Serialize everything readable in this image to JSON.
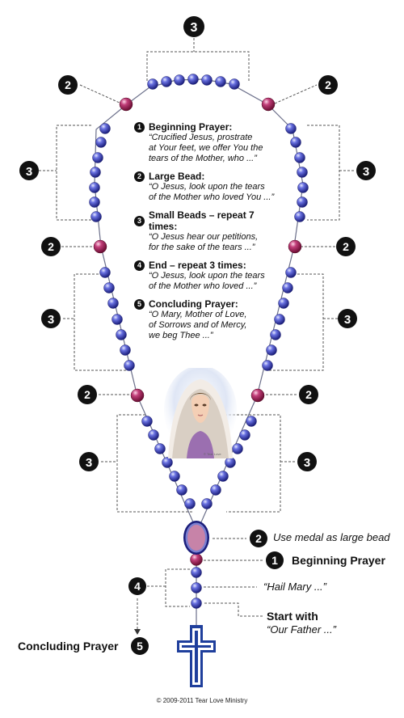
{
  "instructions": [
    {
      "num": "1",
      "title": "Beginning Prayer:",
      "quote": "“Crucified Jesus, prostrate\nat Your feet, we offer You the\ntears of  the Mother, who ...”"
    },
    {
      "num": "2",
      "title": "Large Bead:",
      "quote": "“O Jesus, look upon the tears\nof the Mother who loved You ...”"
    },
    {
      "num": "3",
      "title": "Small Beads – repeat 7 times:",
      "quote": "“O Jesus hear our petitions,\nfor the sake of the tears ...”"
    },
    {
      "num": "4",
      "title": "End – repeat 3 times:",
      "quote": "“O Jesus, look upon the tears\nof the Mother who loved ...”"
    },
    {
      "num": "5",
      "title": "Concluding Prayer:",
      "quote": "“O Mary, Mother of Love,\nof Sorrows and of Mercy,\nwe beg Thee ...”"
    }
  ],
  "markers": {
    "one": "1",
    "two": "2",
    "three": "3",
    "four": "4",
    "five": "5"
  },
  "labels": {
    "medal": "Use medal  as large bead",
    "beginning": "Beginning Prayer",
    "hail_mary": "“Hail Mary ...”",
    "start_with": "Start with",
    "our_father": "“Our Father ...”",
    "concluding": "Concluding Prayer"
  },
  "image_caption": "© Tear Love",
  "footer": "© 2009-2011 Tear Love Ministry",
  "colors": {
    "small_bead": "#3a3fb8",
    "large_bead": "#b0285e",
    "medal": "#c783a8",
    "cross": "#1f3f9c"
  }
}
